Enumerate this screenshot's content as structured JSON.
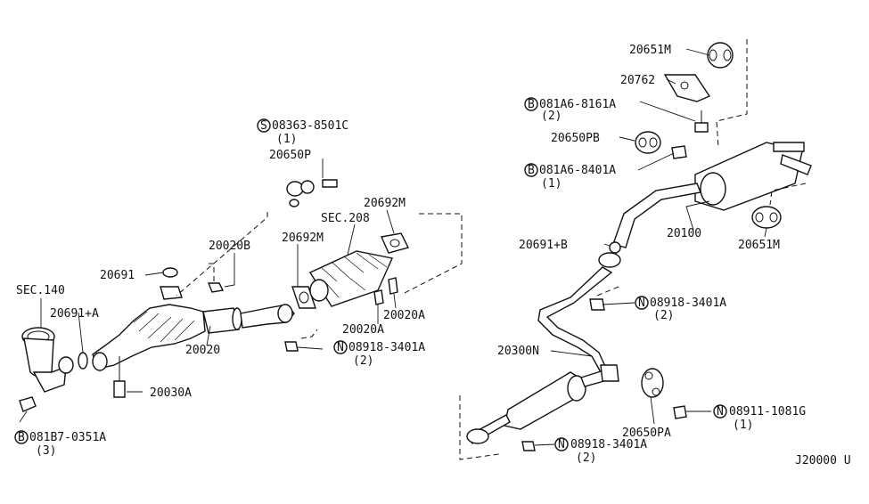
{
  "diagram_id": "J20000 U",
  "labels": {
    "sec140": "SEC.140",
    "p20691_a": "20691+A",
    "p20691": "20691",
    "p20020b": "20020B",
    "p20020": "20020",
    "p20030a": "20030A",
    "b_081b7": "081B7-0351A",
    "b_081b7_qty": "(3)",
    "s_08363": "08363-8501C",
    "s_08363_qty": "(1)",
    "p20650p": "20650P",
    "p20692m_top": "20692M",
    "sec208": "SEC.208",
    "p20692m_left": "20692M",
    "p20020a_1": "20020A",
    "p20020a_2": "20020A",
    "n_08918_left": "08918-3401A",
    "n_08918_left_qty": "(2)",
    "p20651m_top": "20651M",
    "p20762": "20762",
    "b_081a6_8161": "081A6-8161A",
    "b_081a6_8161_qty": "(2)",
    "p20650pb": "20650PB",
    "b_081a6_8401": "081A6-8401A",
    "b_081a6_8401_qty": "(1)",
    "p20100": "20100",
    "p20651m_right": "20651M",
    "p20691_b": "20691+B",
    "n_08918_mid": "08918-3401A",
    "n_08918_mid_qty": "(2)",
    "p20300n": "20300N",
    "p20650pa": "20650PA",
    "n_08911": "08911-1081G",
    "n_08911_qty": "(1)",
    "n_08918_bottom": "08918-3401A",
    "n_08918_bottom_qty": "(2)"
  },
  "symbols": {
    "bolt": "B",
    "nut": "N",
    "screw": "S"
  }
}
